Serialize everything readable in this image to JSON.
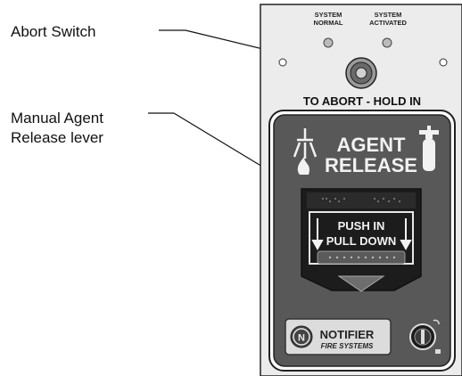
{
  "callouts": {
    "abort_switch": "Abort Switch",
    "manual_release_line1": "Manual Agent",
    "manual_release_line2": "Release lever"
  },
  "panel": {
    "system_normal_line1": "SYSTEM",
    "system_normal_line2": "NORMAL",
    "system_activated_line1": "SYSTEM",
    "system_activated_line2": "ACTIVATED",
    "abort_instruction": "TO ABORT - HOLD IN",
    "agent_line1": "AGENT",
    "agent_line2": "RELEASE",
    "push_in": "PUSH   IN",
    "pull_down": "PULL DOWN",
    "brand_name": "NOTIFIER",
    "brand_sub": "FIRE SYSTEMS"
  },
  "colors": {
    "panel_face": "#ececec",
    "lever_housing": "#555555",
    "lever_slot": "#1c1c1c",
    "border": "#222222"
  },
  "icons": [
    "sprinkler-flame-icon",
    "cylinder-valve-icon",
    "pull-down-arrow-icon",
    "key-lock-icon",
    "notifier-logo-icon"
  ]
}
